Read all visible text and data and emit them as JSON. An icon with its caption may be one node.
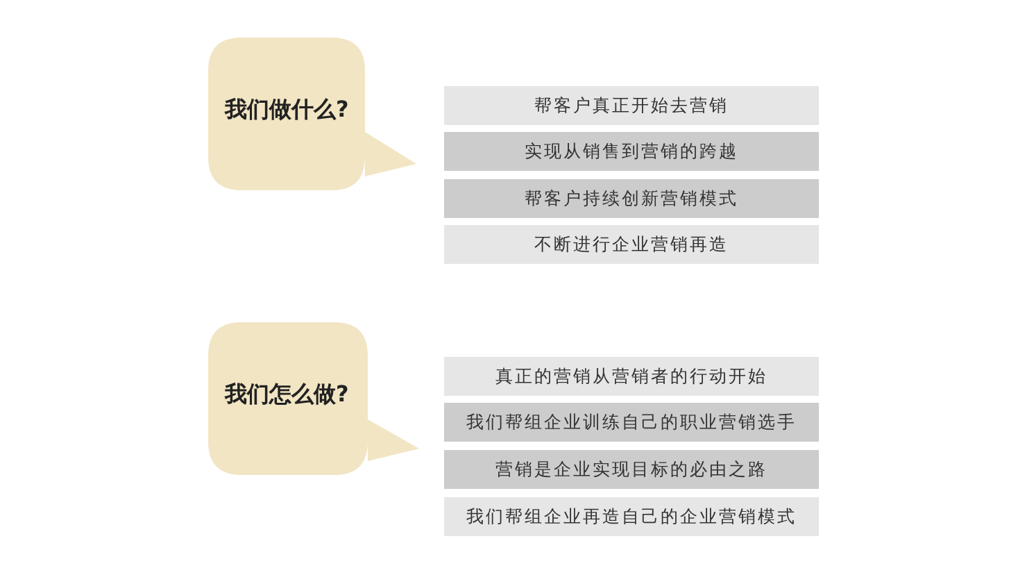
{
  "diagram": {
    "nodes": [
      {
        "text": [
          "我们做什么?"
        ]
      },
      {
        "text": [
          "帮客户真正开始去营销"
        ]
      },
      {
        "text": [
          "实现从销售到营销的跨越"
        ]
      },
      {
        "text": [
          "帮客户持续创新营销模式"
        ]
      },
      {
        "text": [
          "不断进行企业营销再造"
        ]
      },
      {
        "text": [
          "我们怎么做?"
        ]
      },
      {
        "text": [
          "真正的营销从营销者的行动开始"
        ]
      },
      {
        "text": [
          "我们帮组企业训练自己的职业营销选手"
        ]
      },
      {
        "text": [
          "营销是企业实现目标的必由之路"
        ]
      },
      {
        "text": [
          "我们帮组企业再造自己的企业营销模式"
        ]
      }
    ]
  }
}
